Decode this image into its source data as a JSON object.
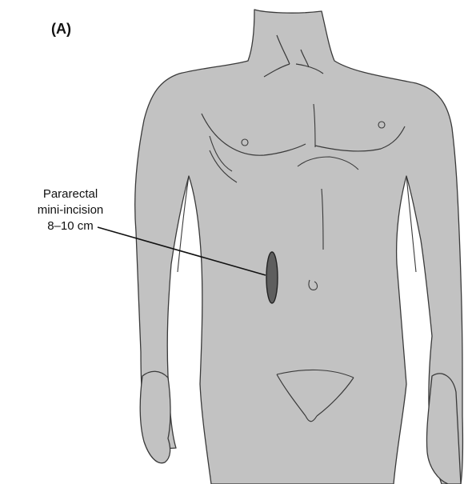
{
  "figure": {
    "panel_label": "(A)",
    "annotation": {
      "line1": "Pararectal",
      "line2": "mini-incision",
      "line3": "8–10 cm"
    }
  },
  "colors": {
    "body_fill": "#c2c2c2",
    "outline": "#3a3a3a",
    "incision_fill": "#5e5e5e",
    "text": "#111111"
  }
}
